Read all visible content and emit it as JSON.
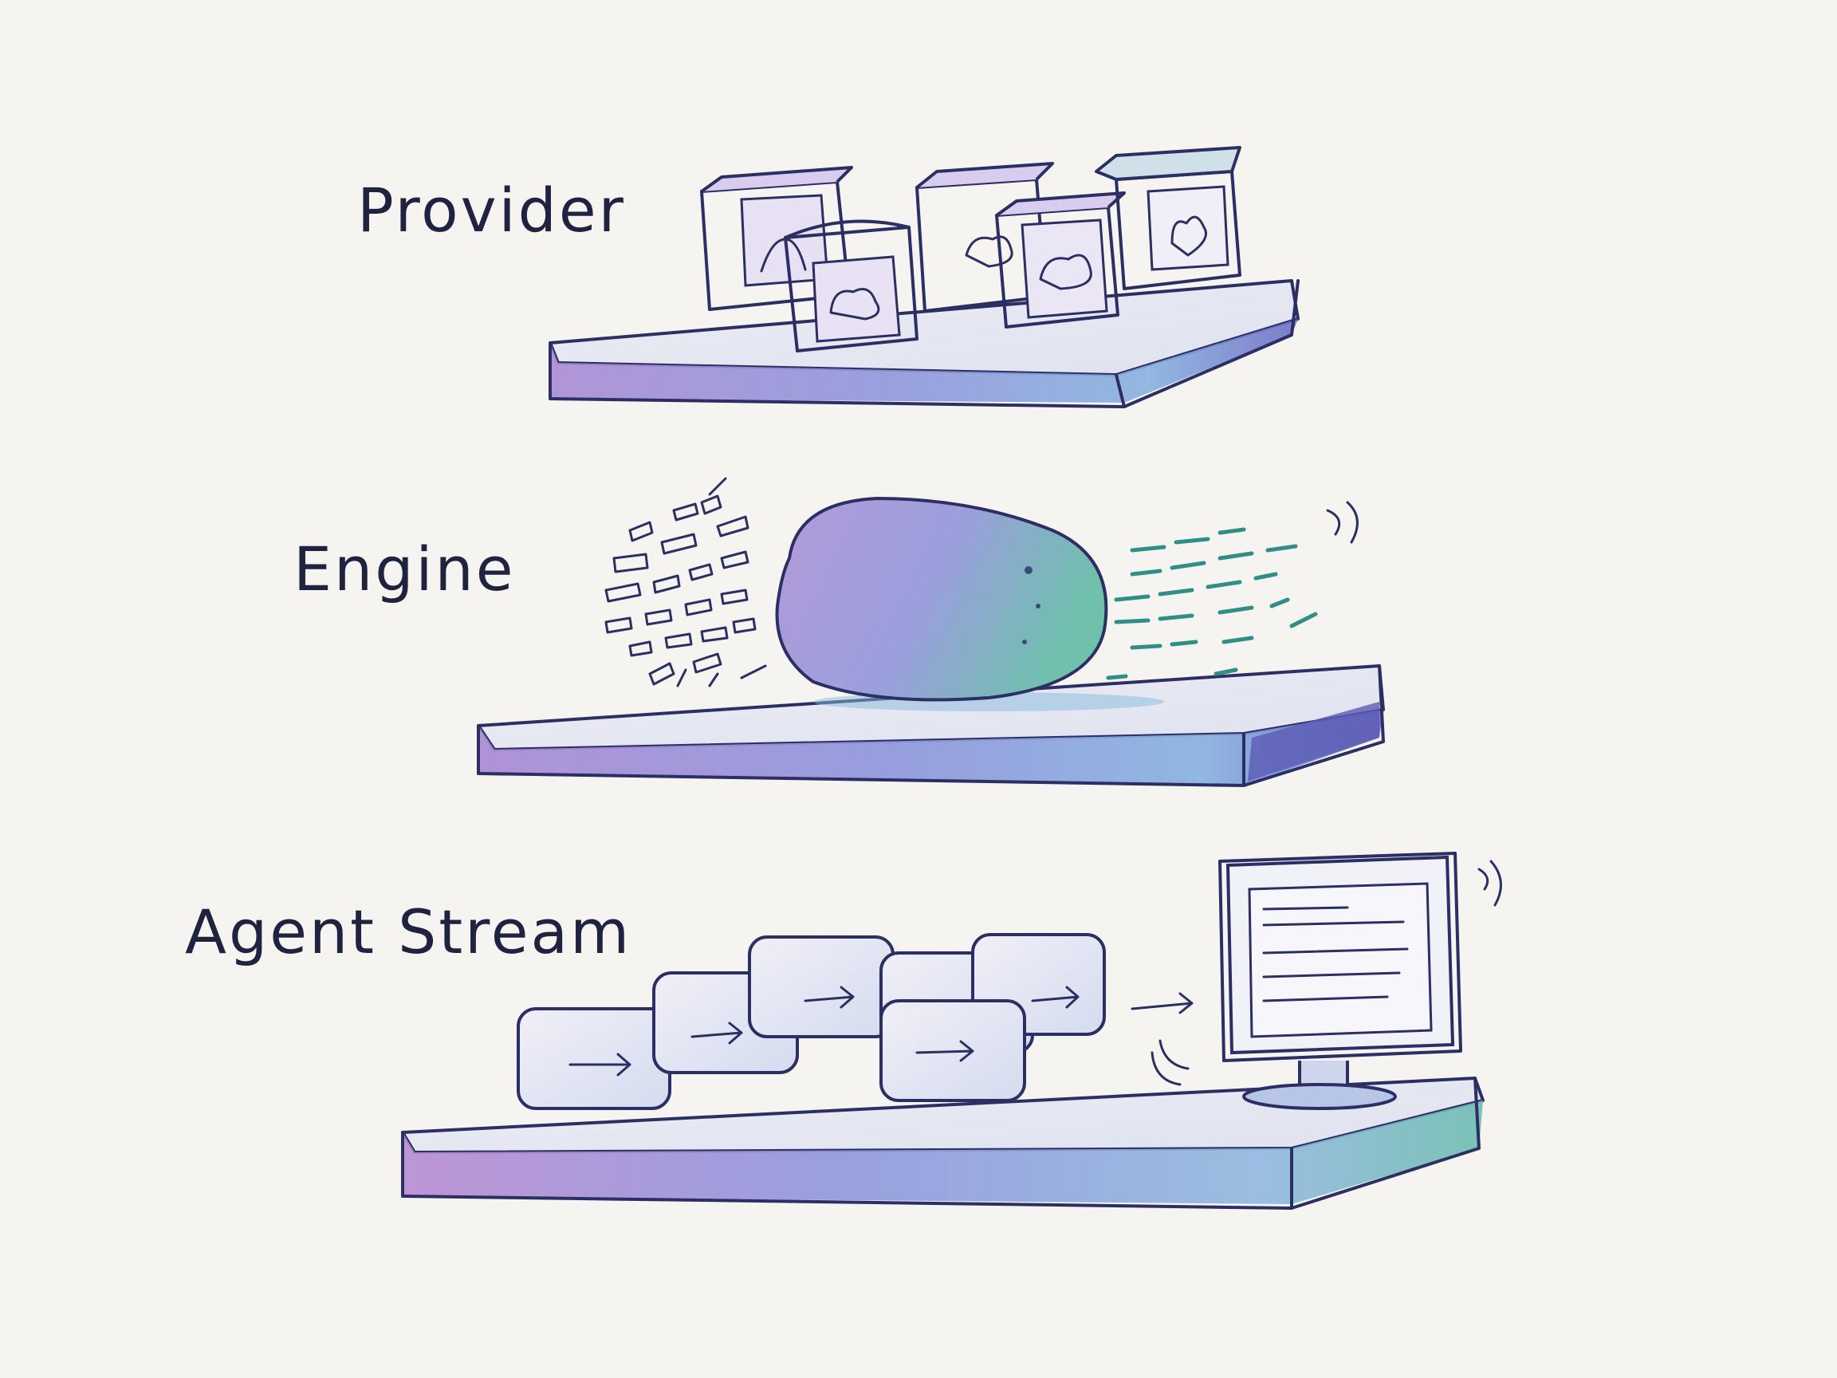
{
  "layers": [
    {
      "id": "provider",
      "label": "Provider"
    },
    {
      "id": "engine",
      "label": "Engine"
    },
    {
      "id": "agent-stream",
      "label": "Agent Stream"
    }
  ],
  "colors": {
    "paper": "#f5f4f1",
    "ink": "#2c2f63",
    "lavender": "#b59ad6",
    "periwinkle": "#8b8fd8",
    "blue": "#7fa8dc",
    "teal": "#5fb7aa"
  }
}
